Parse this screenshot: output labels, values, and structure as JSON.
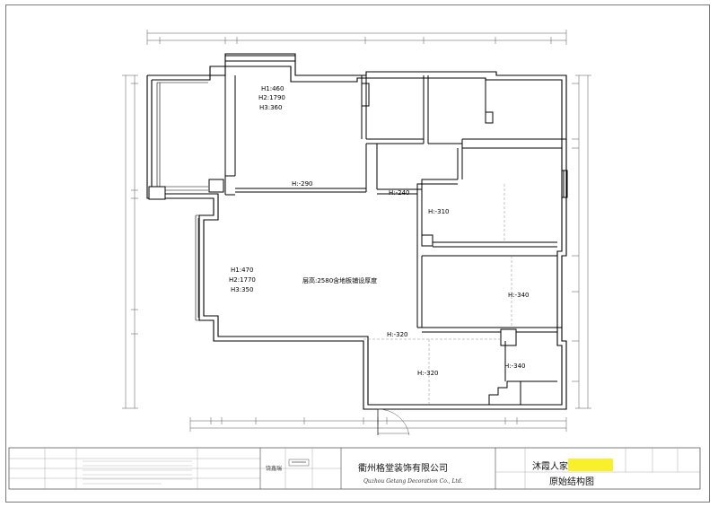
{
  "drawing": {
    "labels": {
      "balcony_north_heights": [
        "H1:460",
        "H2:1790",
        "H3:360"
      ],
      "living_heights": [
        "H1:470",
        "H2:1770",
        "H3:350"
      ],
      "floor_note": "层高:2580含地板铺设厚度",
      "level_h290": "H:-290",
      "level_h240": "H:-240",
      "level_h310": "H:-310",
      "level_h340_a": "H:-340",
      "level_h320_a": "H:-320",
      "level_h320_b": "H:-320",
      "level_h340_b": "H:-340"
    }
  },
  "title_block": {
    "company_cn": "衢州格堂装饰有限公司",
    "company_en": "Quzhou Getang Decoration Co., Ltd.",
    "designer": "饶鑫瑞",
    "project_name": "沐霞人家",
    "drawing_name": "原始结构图"
  },
  "colors": {
    "wall": "#000000",
    "dim_line": "#555555",
    "dash_line": "#888888",
    "highlight": "#f7f02a"
  }
}
